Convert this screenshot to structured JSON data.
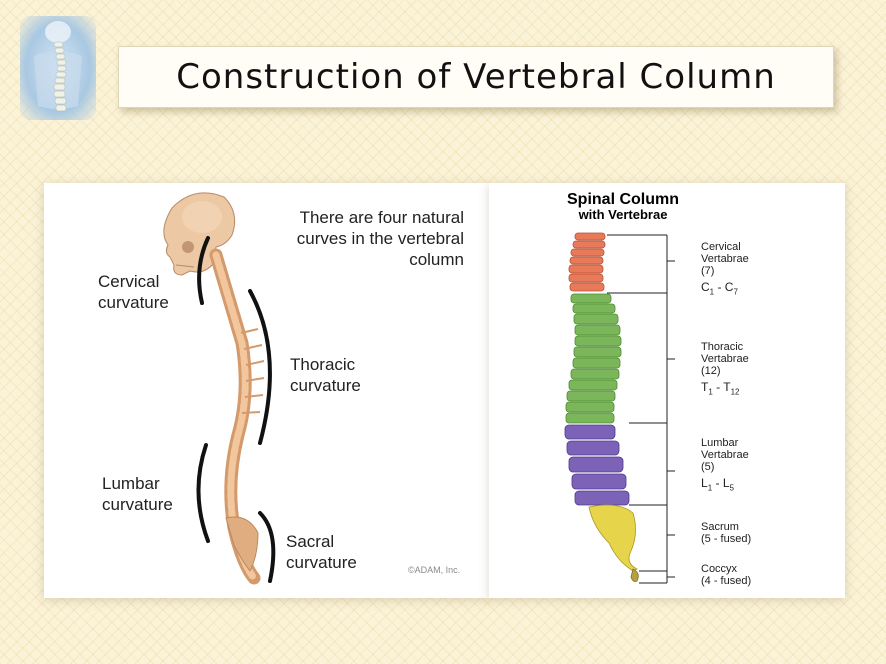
{
  "slide": {
    "title": "Construction of Vertebral Column"
  },
  "left_panel": {
    "note": [
      "There are four natural",
      "curves in the vertebral",
      "column"
    ],
    "cervical": [
      "Cervical",
      "curvature"
    ],
    "thoracic": [
      "Thoracic",
      "curvature"
    ],
    "lumbar": [
      "Lumbar",
      "curvature"
    ],
    "sacral": [
      "Sacral",
      "curvature"
    ],
    "copyright": "©ADAM, Inc."
  },
  "right_panel": {
    "title": "Spinal Column",
    "subtitle": "with Vertebrae",
    "groups": {
      "cervical": {
        "name": [
          "Cervical",
          "Vertabrae"
        ],
        "count": "(7)",
        "letter": "C",
        "from": "1",
        "to": "7",
        "color": "#e87a5a"
      },
      "thoracic": {
        "name": [
          "Thoracic",
          "Vertabrae"
        ],
        "count": "(12)",
        "letter": "T",
        "from": "1",
        "to": "12",
        "color": "#7bb65a"
      },
      "lumbar": {
        "name": [
          "Lumbar",
          "Vertabrae"
        ],
        "count": "(5)",
        "letter": "L",
        "from": "1",
        "to": "5",
        "color": "#7c63b8"
      },
      "sacrum": {
        "name": [
          "Sacrum"
        ],
        "count": "(5 - fused)",
        "color": "#e6d44a"
      },
      "coccyx": {
        "name": [
          "Coccyx"
        ],
        "count": "(4 - fused)",
        "color": "#b8a040"
      }
    }
  }
}
